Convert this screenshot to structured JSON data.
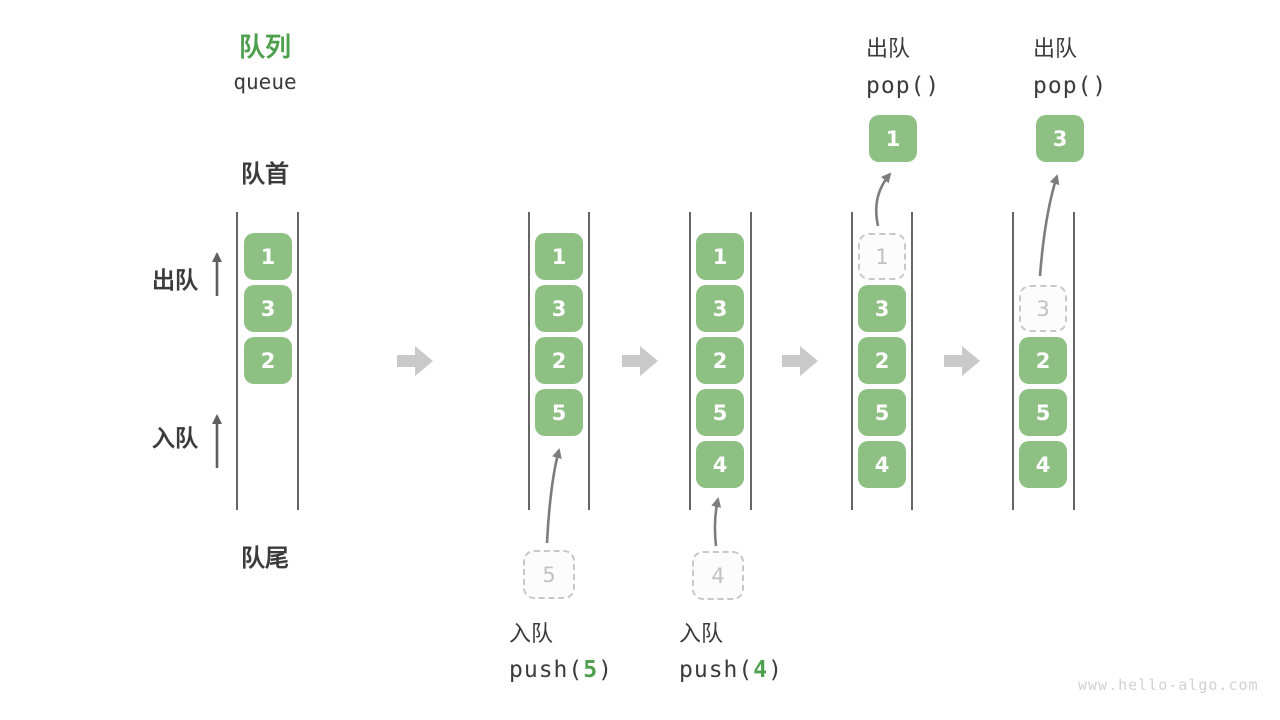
{
  "title": {
    "zh": "队列",
    "en": "queue"
  },
  "side_labels": {
    "front": "队首",
    "rear": "队尾",
    "dequeue": "出队",
    "enqueue": "入队"
  },
  "columns": [
    {
      "boxes": [
        "1",
        "3",
        "2"
      ]
    },
    {
      "boxes": [
        "1",
        "3",
        "2",
        "5"
      ],
      "incoming": "5"
    },
    {
      "boxes": [
        "1",
        "3",
        "2",
        "5",
        "4"
      ],
      "incoming": "4"
    },
    {
      "boxes": [
        "3",
        "2",
        "5",
        "4"
      ],
      "leaving": "1",
      "popped": "1"
    },
    {
      "boxes": [
        "2",
        "5",
        "4"
      ],
      "leaving": "3",
      "popped": "3"
    }
  ],
  "operations": {
    "push5": {
      "label": "入队",
      "code_prefix": "push(",
      "code_arg": "5",
      "code_suffix": ")"
    },
    "push4": {
      "label": "入队",
      "code_prefix": "push(",
      "code_arg": "4",
      "code_suffix": ")"
    },
    "pop1": {
      "label": "出队",
      "code": "pop()"
    },
    "pop2": {
      "label": "出队",
      "code": "pop()"
    }
  },
  "icons": {
    "step_arrow": "right-block-arrow",
    "flow_arrow": "curved-up-arrow",
    "side_arrow": "up-arrow"
  },
  "watermark": "www.hello-algo.com",
  "colors": {
    "accent": "#4fa04e",
    "box_green": "#8fc083",
    "ghost_border": "#c8c8c8",
    "ghost_text": "#c2c2c2",
    "ink": "#3b3b3b",
    "wall": "#3f3f3f",
    "step_arrow": "#c9c9c9",
    "flow_arrow": "#7d7d7d",
    "side_arrow": "#5f5f5f",
    "watermark": "#d1d1d1"
  }
}
